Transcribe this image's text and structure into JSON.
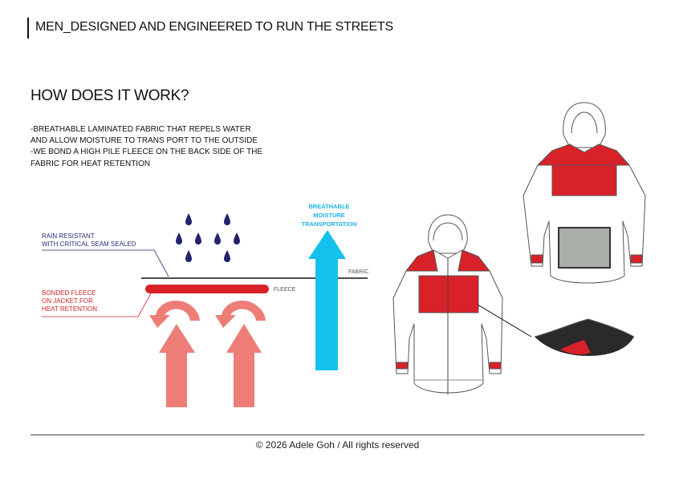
{
  "header": {
    "title": "MEN_DESIGNED AND ENGINEERED TO RUN THE STREETS"
  },
  "section": {
    "title": "HOW DOES IT WORK?"
  },
  "description": {
    "lines": [
      "-BREATHABLE LAMINATED FABRIC THAT REPELS WATER",
      "AND ALLOW MOISTURE TO TRANS PORT TO THE OUTSIDE",
      "-WE BOND A HIGH PILE FLEECE ON THE BACK SIDE OF THE",
      "FABRIC FOR HEAT RETENTION"
    ]
  },
  "diagram": {
    "rain_label": [
      "RAIN RESISTANT",
      "WITH CRITICAL SEAM SEALED"
    ],
    "fleece_label": [
      "BONDED FLEECE",
      "ON JACKET FOR",
      "HEAT RETENTION"
    ],
    "fleece_layer_label": "FLEECE",
    "fabric_layer_label": "FABRIC",
    "breathable_label": [
      "BREATHABLE",
      "MOISTURE",
      "TRANSPORTATION"
    ]
  },
  "colors": {
    "accent_red": "#d92129",
    "salmon": "#ee7d78",
    "cyan": "#13c2ec",
    "navy": "#23236b",
    "panel_grey": "#a9aea8"
  },
  "footer": {
    "copyright": "© 2026 Adele Goh / All rights reserved"
  }
}
